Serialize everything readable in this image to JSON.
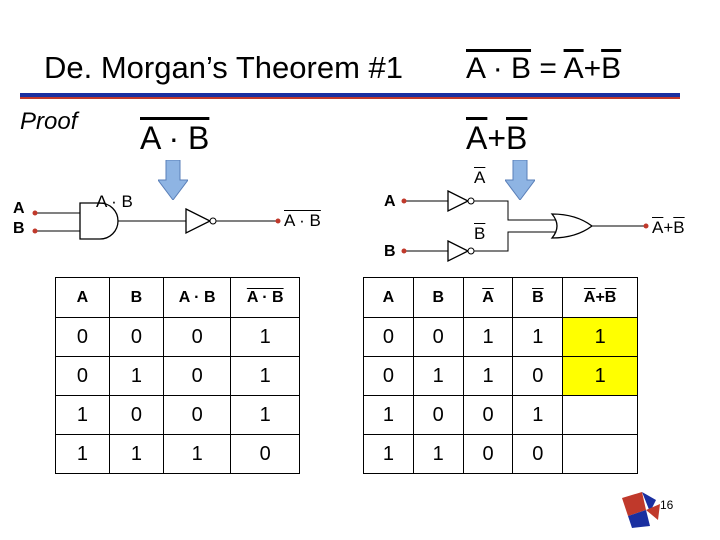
{
  "title": "De. Morgan’s Theorem #1",
  "title_formula": {
    "left_expr": "A · B",
    "equals": "=",
    "rhs_a": "A",
    "plus": "+",
    "rhs_b": "B"
  },
  "proof_label": "Proof",
  "left_expr": "A · B",
  "right_expr": {
    "a": "A",
    "plus": "+",
    "b": "B"
  },
  "circuit_left": {
    "input_a": "A",
    "input_b": "B",
    "and_output_label": "A · B",
    "final_output_label": "A · B"
  },
  "circuit_right": {
    "input_a": "A",
    "input_b": "B",
    "not_a_label": "A",
    "not_b_label": "B",
    "final_output_label": {
      "a": "A",
      "plus": "+",
      "b": "B"
    }
  },
  "table_left": {
    "headers": [
      "A",
      "B",
      "A · B",
      "A · B"
    ],
    "rows": [
      [
        "0",
        "0",
        "0",
        "1"
      ],
      [
        "0",
        "1",
        "0",
        "1"
      ],
      [
        "1",
        "0",
        "0",
        "1"
      ],
      [
        "1",
        "1",
        "1",
        "0"
      ]
    ]
  },
  "table_right": {
    "headers": [
      "A",
      "B",
      "A",
      "B"
    ],
    "header_last": {
      "a": "A",
      "plus": "+",
      "b": "B"
    },
    "rows": [
      [
        "0",
        "0",
        "1",
        "1",
        "1"
      ],
      [
        "0",
        "1",
        "1",
        "0",
        "1"
      ],
      [
        "1",
        "0",
        "0",
        "1",
        ""
      ],
      [
        "1",
        "1",
        "0",
        "0",
        ""
      ]
    ]
  },
  "page_number": "16",
  "colors": {
    "title_rule": "#1a2fa0",
    "accent_red": "#c0392b",
    "arrow_fill": "#8eb4e3",
    "highlight": "#ffff00"
  }
}
